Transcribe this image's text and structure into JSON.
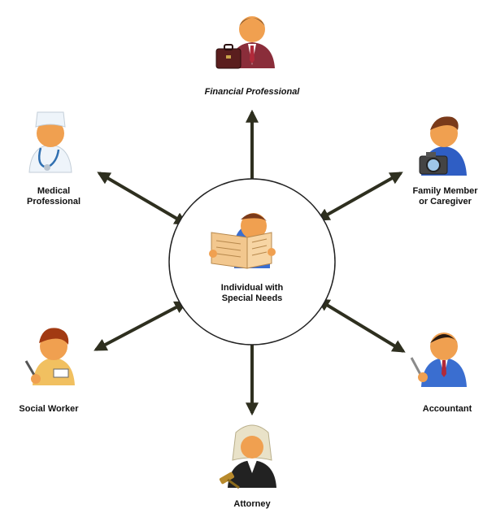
{
  "center": {
    "label": "Individual with\nSpecial Needs",
    "icon": "newspaper-reader-icon"
  },
  "nodes": {
    "financial": {
      "label": "Financial Professional",
      "icon": "businessman-briefcase-icon"
    },
    "medical": {
      "label": "Medical\nProfessional",
      "icon": "nurse-stethoscope-icon"
    },
    "family": {
      "label": "Family Member\nor Caregiver",
      "icon": "person-camera-icon"
    },
    "social": {
      "label": "Social Worker",
      "icon": "person-writing-icon"
    },
    "accountant": {
      "label": "Accountant",
      "icon": "accountant-pen-icon"
    },
    "attorney": {
      "label": "Attorney",
      "icon": "judge-gavel-icon"
    }
  },
  "colors": {
    "arrow": "#2e2f1f",
    "circle_stroke": "#222222",
    "skin": "#f0a050",
    "financial_suit": "#8a2d3a",
    "family_shirt": "#2f5ec4",
    "accountant_shirt": "#3a6ed0",
    "social_shirt": "#f1c060",
    "nurse_white": "#eef4fa",
    "attorney_wig": "#e9e2c8",
    "newspaper": "#f2c78e"
  }
}
